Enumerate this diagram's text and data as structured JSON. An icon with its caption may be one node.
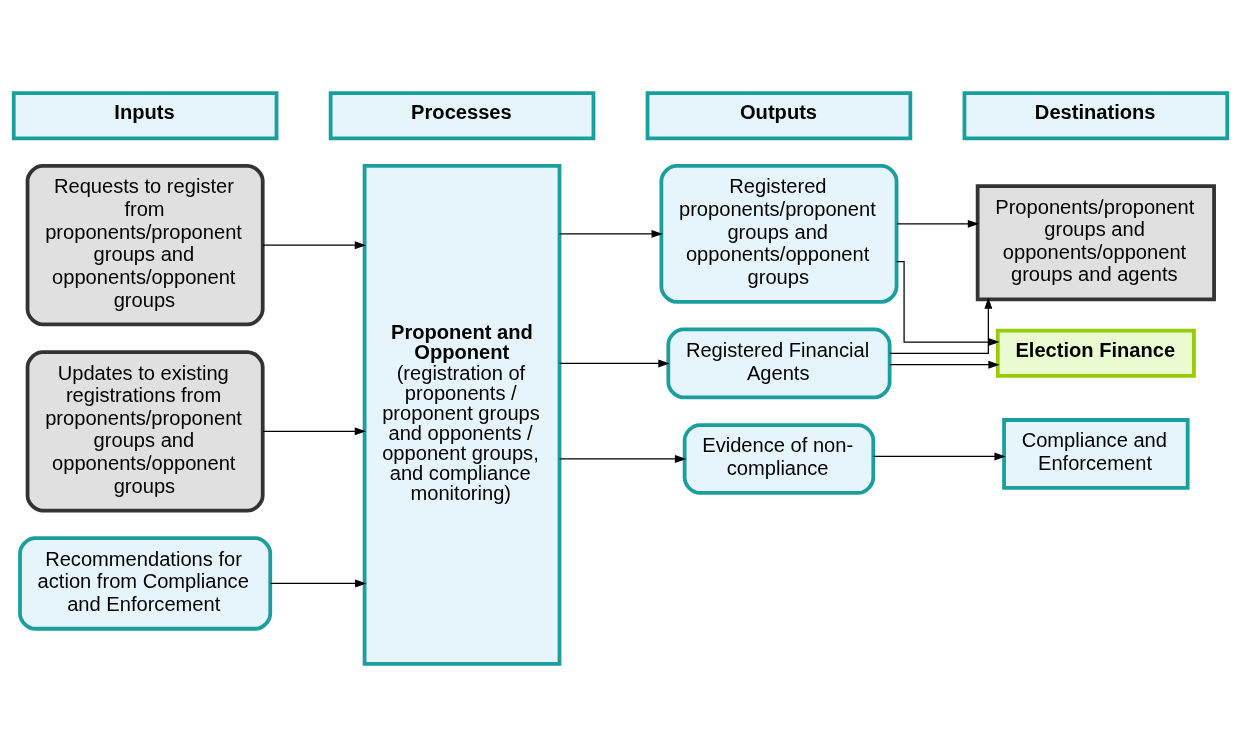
{
  "diagram": {
    "nodes": [
      {
        "text": [
          "Inputs"
        ]
      },
      {
        "text": [
          "Processes"
        ]
      },
      {
        "text": [
          "Outputs"
        ]
      },
      {
        "text": [
          "Destinations"
        ]
      },
      {
        "text": [
          "Requests to register from proponents/proponent groups and opponents/opponent groups"
        ]
      },
      {
        "text": [
          "Updates to existing registrations from proponents/proponent groups and opponents/opponent groups"
        ]
      },
      {
        "text": [
          "Recommendations for action from Compliance and Enforcement"
        ]
      },
      {
        "text": [
          "Proponent and Opponent",
          "(registration of proponents / proponent groups and opponents / opponent groups, and compliance monitoring)"
        ]
      },
      {
        "text": [
          "Registered proponents/proponent groups and opponents/opponent groups"
        ]
      },
      {
        "text": [
          "Registered Financial Agents"
        ]
      },
      {
        "text": [
          "Evidence of non-compliance"
        ]
      },
      {
        "text": [
          "Proponents/proponent groups and opponents/opponent groups and agents"
        ]
      },
      {
        "text": [
          "Election Finance"
        ]
      },
      {
        "text": [
          "Compliance and Enforcement"
        ]
      }
    ],
    "edges": [
      {
        "from": 4,
        "to": 7,
        "arrow": "to"
      },
      {
        "from": 5,
        "to": 7,
        "arrow": "to"
      },
      {
        "from": 6,
        "to": 7,
        "arrow": "to"
      },
      {
        "from": 7,
        "to": 8,
        "arrow": "to"
      },
      {
        "from": 7,
        "to": 9,
        "arrow": "to"
      },
      {
        "from": 7,
        "to": 10,
        "arrow": "to"
      },
      {
        "from": 8,
        "to": 11,
        "arrow": "to"
      },
      {
        "from": 8,
        "to": 12,
        "arrow": "to"
      },
      {
        "from": 9,
        "to": 11,
        "arrow": "to"
      },
      {
        "from": 9,
        "to": 12,
        "arrow": "to"
      },
      {
        "from": 10,
        "to": 13,
        "arrow": "to"
      }
    ]
  }
}
